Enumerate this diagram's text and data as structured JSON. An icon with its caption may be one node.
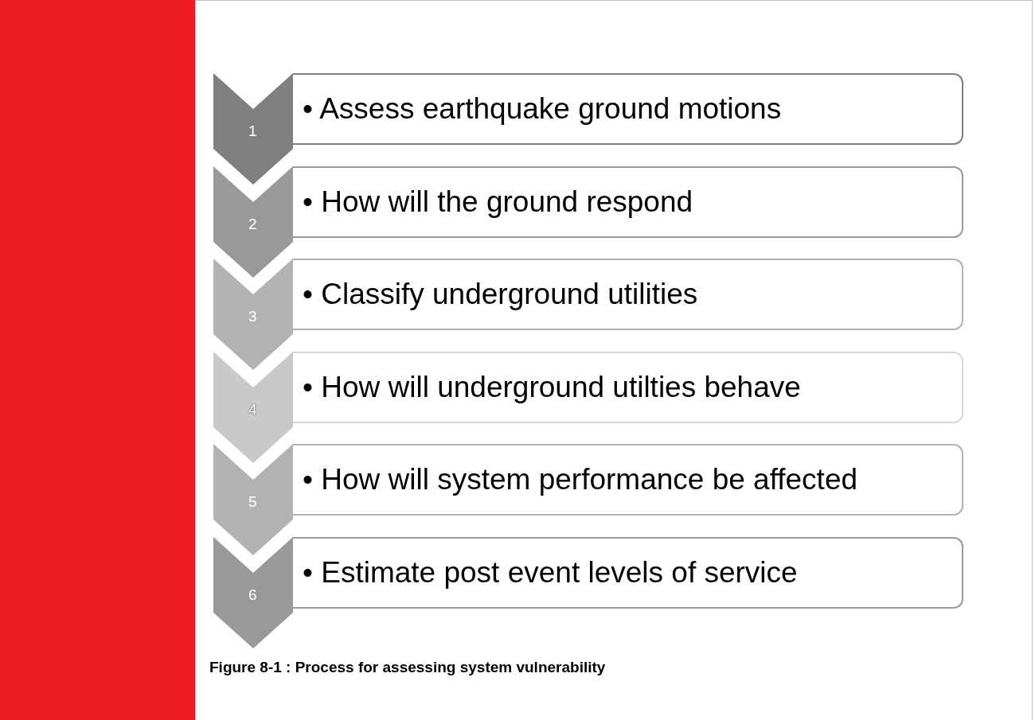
{
  "diagram": {
    "caption": "Figure 8-1 : Process for assessing system vulnerability",
    "nodes": [
      {
        "text": [],
        "shape": "bar"
      },
      {
        "text": [
          "1"
        ]
      },
      {
        "text": [
          "• Assess earthquake ground motions"
        ]
      },
      {
        "text": [
          "2"
        ]
      },
      {
        "text": [
          "• How will the ground respond"
        ]
      },
      {
        "text": [
          "3"
        ]
      },
      {
        "text": [
          "• Classify underground utilities"
        ]
      },
      {
        "text": [
          "4"
        ]
      },
      {
        "text": [
          "• How will underground utilties behave"
        ]
      },
      {
        "text": [
          "5"
        ]
      },
      {
        "text": [
          "• How will system performance be affected"
        ]
      },
      {
        "text": [
          "6"
        ]
      },
      {
        "text": [
          "• Estimate post event levels of service"
        ]
      }
    ]
  }
}
